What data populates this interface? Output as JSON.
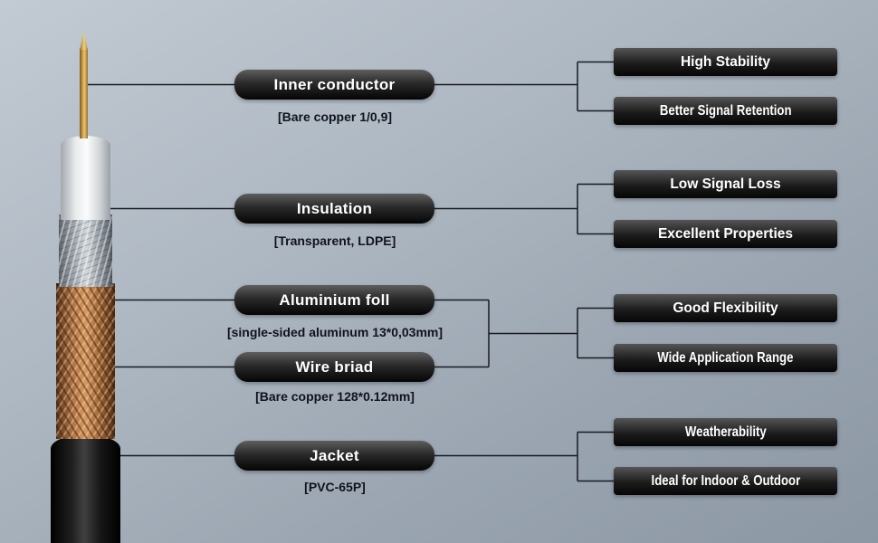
{
  "colors": {
    "background_top": "#c2cad3",
    "background_bottom": "#8c97a4",
    "pill_background": "#1a1a1a",
    "badge_background": "#1c1c1c",
    "label_text": "#ffffff",
    "spec_text": "#10131c",
    "connector_line": "#171b1f",
    "copper": "#cfa050",
    "insulation": "#f2f3f5",
    "foil": "#aeb4bb",
    "braid": "#b5784a",
    "jacket": "#0a0a0a"
  },
  "labels": [
    {
      "title": "Inner conductor",
      "spec": "[Bare copper 1/0,9]"
    },
    {
      "title": "Insulation",
      "spec": "[Transparent, LDPE]"
    },
    {
      "title": "Aluminium foll",
      "spec": "[single-sided aluminum 13*0,03mm]"
    },
    {
      "title": "Wire briad",
      "spec": "[Bare copper 128*0.12mm]"
    },
    {
      "title": "Jacket",
      "spec": "[PVC-65P]"
    }
  ],
  "benefits": [
    {
      "label": "High Stability"
    },
    {
      "label": "Better Signal Retention"
    },
    {
      "label": "Low Signal Loss"
    },
    {
      "label": "Excellent Properties"
    },
    {
      "label": "Good Flexibility"
    },
    {
      "label": "Wide Application Range"
    },
    {
      "label": "Weatherability"
    },
    {
      "label": "Ideal for Indoor & Outdoor"
    }
  ]
}
